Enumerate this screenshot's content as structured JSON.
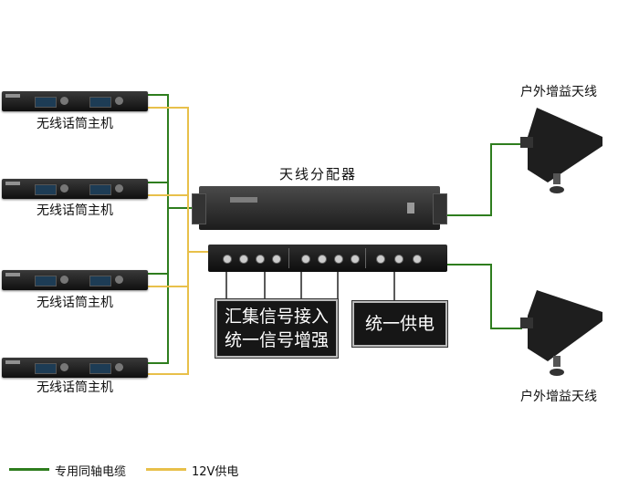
{
  "receiver_label": "无线话筒主机",
  "splitter_label": "天线分配器",
  "antenna_label": "户外增益天线",
  "box_left_line1": "汇集信号接入",
  "box_left_line2": "统一信号增强",
  "box_right": "统一供电",
  "legend": {
    "coax_label": "专用同轴电缆",
    "power_label": "12V供电",
    "coax_color": "#2e7d1e",
    "power_color": "#e8c04a"
  }
}
